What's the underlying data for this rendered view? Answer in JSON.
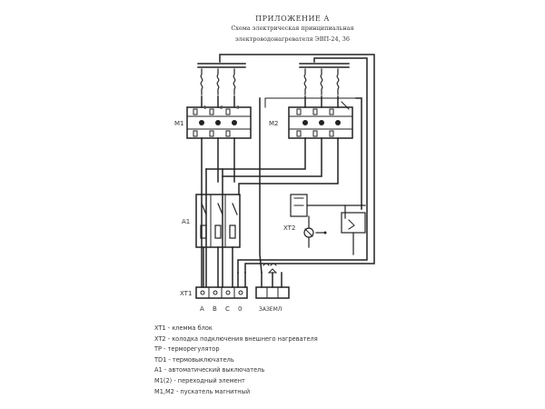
{
  "header": {
    "title": "ПРИЛОЖЕНИЕ А",
    "subtitle": "Схема электрическая принципиальная",
    "subtitle2": "электроводонагревателя ЭВП-24, 36"
  },
  "labels": {
    "block_left": "M1",
    "block_right": "M2",
    "breaker": "A1",
    "terminal": "XT1",
    "terminal2": "XT2",
    "phase_a": "A",
    "phase_b": "B",
    "phase_c": "C",
    "neutral": "0",
    "grounding": "ЗАЗЕМЛ",
    "h1": "1",
    "h2": "2",
    "h3": "3"
  },
  "legend": [
    "XT1 - клемма блок",
    "XT2 - колодка подключения внешнего нагревателя",
    "TP - терморегулятор",
    "TD1 - термовыключатель",
    "A1 - автоматический выключатель",
    "M1(2) - переходный элемент",
    "M1,M2 - пускатель магнитный"
  ]
}
